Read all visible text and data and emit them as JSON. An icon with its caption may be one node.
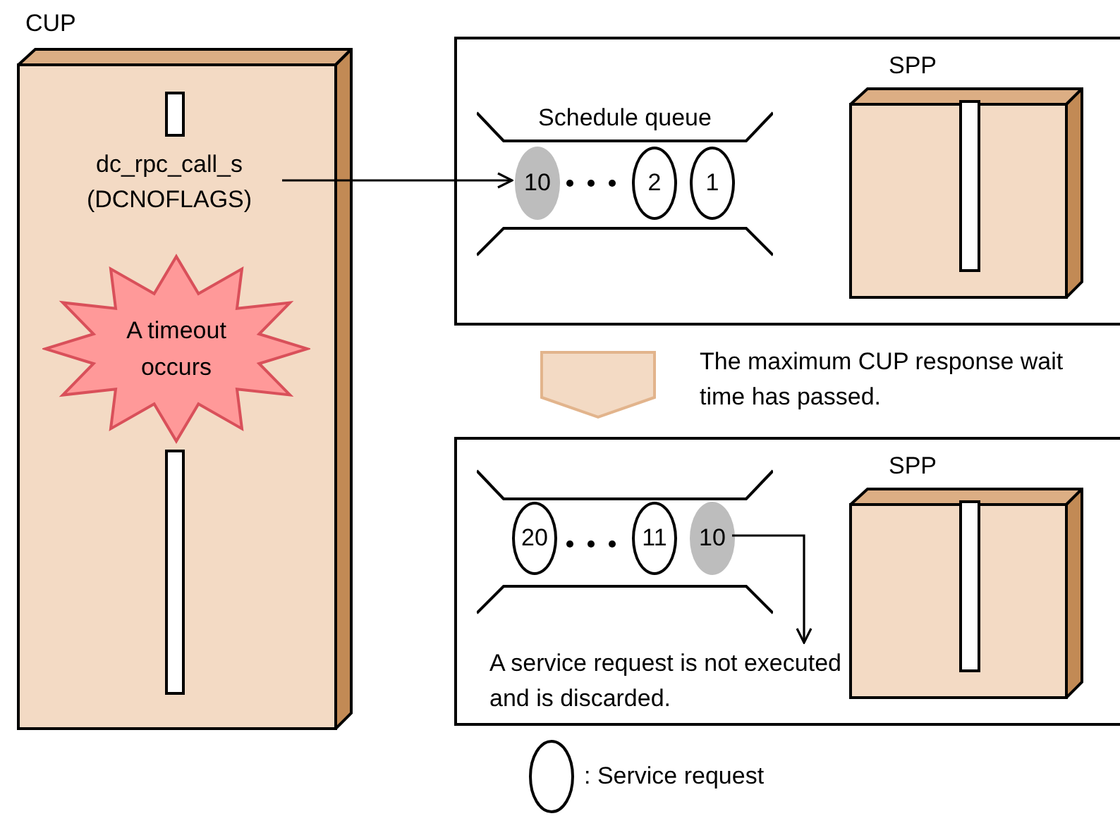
{
  "diagram": {
    "nodes": [
      {
        "text": [
          "CUP"
        ]
      },
      {
        "text": [
          "dc_rpc_call_s (DCNOFLAGS)"
        ],
        "in": 0
      },
      {
        "text": [
          "A timeout occurs"
        ],
        "in": 0
      },
      {
        "text": [],
        "shape": "box"
      },
      {
        "text": [
          "Schedule queue"
        ],
        "in": 3
      },
      {
        "text": [
          "10"
        ],
        "in": 4
      },
      {
        "text": [
          "2"
        ],
        "in": 4
      },
      {
        "text": [
          "1"
        ],
        "in": 4
      },
      {
        "text": [
          "SPP"
        ],
        "in": 3
      },
      {
        "text": [],
        "shape": "box"
      },
      {
        "text": [],
        "shape": "queue",
        "in": 9
      },
      {
        "text": [
          "20"
        ],
        "in": 10
      },
      {
        "text": [
          "11"
        ],
        "in": 10
      },
      {
        "text": [
          "10"
        ],
        "in": 10
      },
      {
        "text": [
          "A service request is not executed and is discarded."
        ],
        "in": 9
      },
      {
        "text": [
          "SPP"
        ],
        "in": 9
      }
    ],
    "edges": [
      {
        "from": 1,
        "to": 5,
        "arrow": "to"
      },
      {
        "from": 3,
        "to": 9,
        "arrow": "to",
        "style": "thick",
        "color": "#f3dac4",
        "label": "The maximum CUP response wait time has passed."
      },
      {
        "from": 13,
        "to": 14,
        "arrow": "to"
      }
    ],
    "legend": [
      {
        "text": ": Service request"
      }
    ]
  }
}
